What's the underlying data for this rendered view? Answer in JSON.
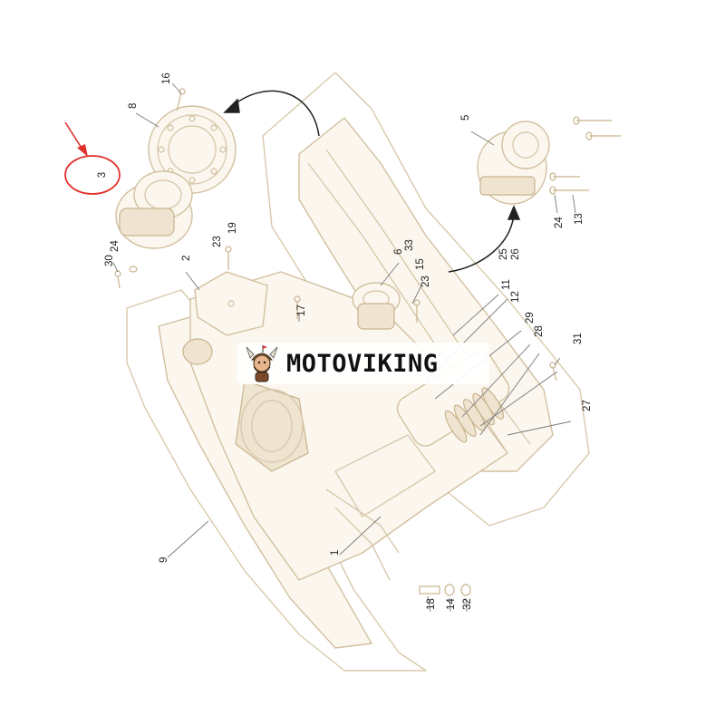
{
  "brand": {
    "name": "MOTOVIKING",
    "logo_icon": "viking-mascot-icon"
  },
  "highlight": {
    "label": "3",
    "color": "#e0312b"
  },
  "colors": {
    "part_stroke": "#d9c9ad",
    "leader": "#7a7a7a",
    "text": "#222222"
  },
  "callouts": {
    "c1": "1",
    "c2": "2",
    "c3": "3",
    "c5": "5",
    "c6": "6",
    "c8": "8",
    "c9": "9",
    "c11": "11",
    "c12": "12",
    "c13": "13",
    "c14": "14",
    "c15": "15",
    "c16": "16",
    "c17": "17",
    "c18": "18",
    "c19": "19",
    "c23a": "23",
    "c23b": "23",
    "c24a": "24",
    "c24b": "24",
    "c25": "25",
    "c26": "26",
    "c27": "27",
    "c28": "28",
    "c29": "29",
    "c30": "30",
    "c31": "31",
    "c32": "32",
    "c33": "33"
  }
}
